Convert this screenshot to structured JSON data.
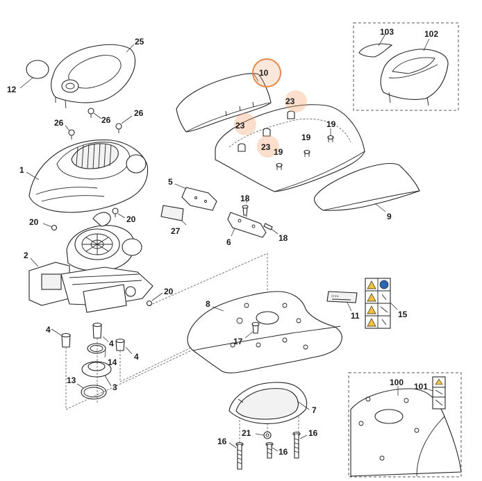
{
  "diagram": {
    "callouts": {
      "c1": "1",
      "c2": "2",
      "c3": "3",
      "c4a": "4",
      "c4b": "4",
      "c4c": "4",
      "c5": "5",
      "c6": "6",
      "c7": "7",
      "c8": "8",
      "c9": "9",
      "c10": "10",
      "c11": "11",
      "c12": "12",
      "c13": "13",
      "c14": "14",
      "c15": "15",
      "c16a": "16",
      "c16b": "16",
      "c16c": "16",
      "c17": "17",
      "c18a": "18",
      "c18b": "18",
      "c19a": "19",
      "c19b": "19",
      "c19c": "19",
      "c20a": "20",
      "c20b": "20",
      "c20c": "20",
      "c21": "21",
      "c23a": "23",
      "c23b": "23",
      "c23c": "23",
      "c25": "25",
      "c26a": "26",
      "c26b": "26",
      "c26c": "26",
      "c27": "27",
      "c100": "100",
      "c101": "101",
      "c102": "102",
      "c103": "103"
    },
    "highlight_color": "#f3a06e"
  }
}
